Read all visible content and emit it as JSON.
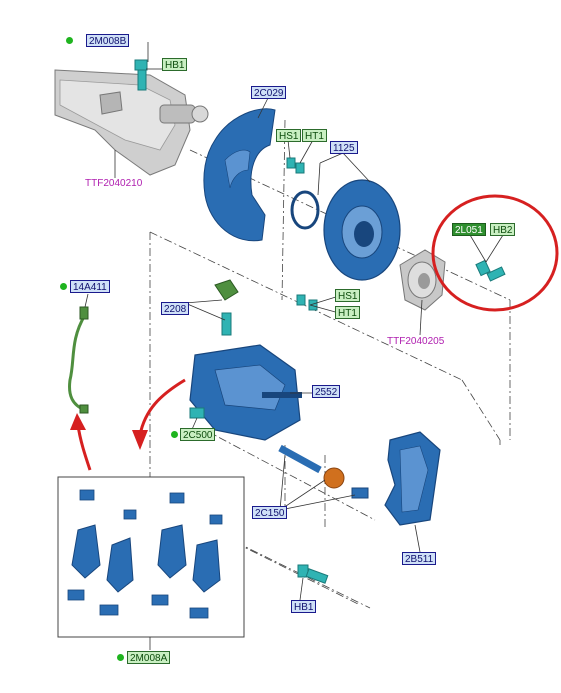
{
  "callouts": {
    "c_2M008B": "2M008B",
    "c_HB1_top": "HB1",
    "c_2C029": "2C029",
    "c_HS1_top": "HS1",
    "c_HT1_top": "HT1",
    "c_1125": "1125",
    "c_2L051": "2L051",
    "c_HB2": "HB2",
    "c_14A411": "14A411",
    "c_2208": "2208",
    "c_HS1_mid": "HS1",
    "c_HT1_mid": "HT1",
    "c_2552": "2552",
    "c_2C500": "2C500",
    "c_2C150": "2C150",
    "c_2B511": "2B511",
    "c_HB1_bottom": "HB1",
    "c_2M008A": "2M008A"
  },
  "references": {
    "ttf_knuckle": "TTF2040210",
    "ttf_hub": "TTF2040205"
  },
  "colors": {
    "part_blue": "#2a6db3",
    "part_blue_dark": "#18467d",
    "fastener_teal": "#2fb3b3",
    "sensor_green": "#4f8f3f",
    "knuckle_grey": "#c8c8c8",
    "highlight_red": "#d62020",
    "leader_line": "#333333"
  }
}
